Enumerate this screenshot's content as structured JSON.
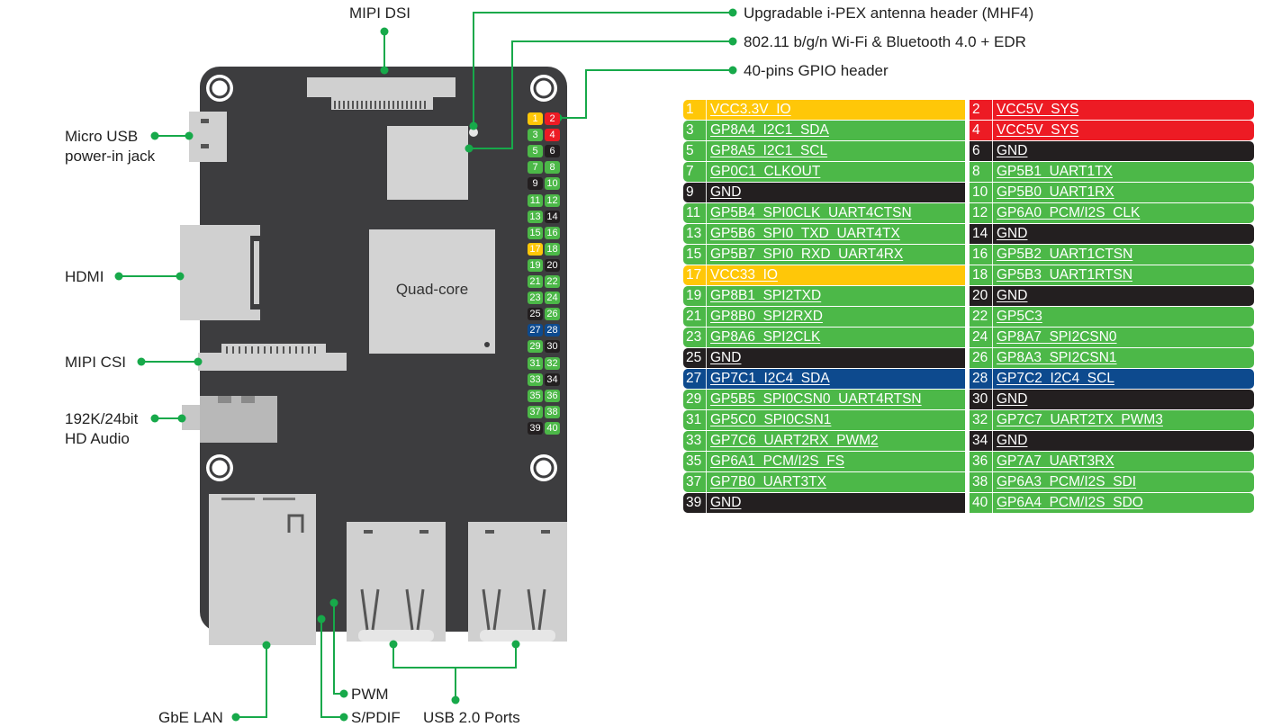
{
  "labels": {
    "mipi_dsi": "MIPI DSI",
    "ipex": "Upgradable i-PEX antenna header (MHF4)",
    "wifi": "802.11 b/g/n Wi-Fi  & Bluetooth 4.0 + EDR",
    "gpio": "40-pins GPIO header",
    "micro_usb_1": "Micro USB",
    "micro_usb_2": "power-in jack",
    "hdmi": "HDMI",
    "mipi_csi": "MIPI CSI",
    "audio_1": "192K/24bit",
    "audio_2": "HD Audio",
    "gbe_lan": "GbE LAN",
    "pwm": "PWM",
    "spdif": "S/PDIF",
    "usb": "USB 2.0 Ports",
    "cpu": "Quad-core"
  },
  "colors": {
    "yellow": "#ffc708",
    "red": "#ed1b24",
    "green": "#4cb848",
    "black": "#231f20",
    "blue": "#0d4a8e",
    "board": "#3d3d3f",
    "callout": "#17a94a"
  },
  "pins": [
    {
      "l_num": "1",
      "l_name": "VCC3.3V_IO",
      "l_color": "yellow",
      "r_num": "2",
      "r_name": "VCC5V_SYS",
      "r_color": "red"
    },
    {
      "l_num": "3",
      "l_name": "GP8A4_I2C1_SDA",
      "l_color": "green",
      "r_num": "4",
      "r_name": "VCC5V_SYS",
      "r_color": "red"
    },
    {
      "l_num": "5",
      "l_name": "GP8A5_I2C1_SCL",
      "l_color": "green",
      "r_num": "6",
      "r_name": "GND",
      "r_color": "black"
    },
    {
      "l_num": "7",
      "l_name": "GP0C1_CLKOUT",
      "l_color": "green",
      "r_num": "8",
      "r_name": "GP5B1_UART1TX",
      "r_color": "green"
    },
    {
      "l_num": "9",
      "l_name": "GND",
      "l_color": "black",
      "r_num": "10",
      "r_name": "GP5B0_UART1RX",
      "r_color": "green"
    },
    {
      "l_num": "11",
      "l_name": "GP5B4_SPI0CLK_UART4CTSN",
      "l_color": "green",
      "r_num": "12",
      "r_name": "GP6A0_PCM/I2S_CLK",
      "r_color": "green"
    },
    {
      "l_num": "13",
      "l_name": "GP5B6_SPI0_TXD_UART4TX",
      "l_color": "green",
      "r_num": "14",
      "r_name": "GND",
      "r_color": "black"
    },
    {
      "l_num": "15",
      "l_name": "GP5B7_SPI0_RXD_UART4RX",
      "l_color": "green",
      "r_num": "16",
      "r_name": "GP5B2_UART1CTSN",
      "r_color": "green"
    },
    {
      "l_num": "17",
      "l_name": "VCC33_IO",
      "l_color": "yellow",
      "r_num": "18",
      "r_name": "GP5B3_UART1RTSN",
      "r_color": "green"
    },
    {
      "l_num": "19",
      "l_name": "GP8B1_SPI2TXD",
      "l_color": "green",
      "r_num": "20",
      "r_name": "GND",
      "r_color": "black"
    },
    {
      "l_num": "21",
      "l_name": "GP8B0_SPI2RXD",
      "l_color": "green",
      "r_num": "22",
      "r_name": "GP5C3",
      "r_color": "green"
    },
    {
      "l_num": "23",
      "l_name": "GP8A6_SPI2CLK",
      "l_color": "green",
      "r_num": "24",
      "r_name": "GP8A7_SPI2CSN0",
      "r_color": "green"
    },
    {
      "l_num": "25",
      "l_name": "GND",
      "l_color": "black",
      "r_num": "26",
      "r_name": "GP8A3_SPI2CSN1",
      "r_color": "green"
    },
    {
      "l_num": "27",
      "l_name": "GP7C1_I2C4_SDA",
      "l_color": "blue",
      "r_num": "28",
      "r_name": "GP7C2_I2C4_SCL",
      "r_color": "blue"
    },
    {
      "l_num": "29",
      "l_name": "GP5B5_SPI0CSN0_UART4RTSN",
      "l_color": "green",
      "r_num": "30",
      "r_name": "GND",
      "r_color": "black"
    },
    {
      "l_num": "31",
      "l_name": "GP5C0_SPI0CSN1",
      "l_color": "green",
      "r_num": "32",
      "r_name": "GP7C7_UART2TX_PWM3",
      "r_color": "green"
    },
    {
      "l_num": "33",
      "l_name": "GP7C6_UART2RX_PWM2",
      "l_color": "green",
      "r_num": "34",
      "r_name": "GND",
      "r_color": "black"
    },
    {
      "l_num": "35",
      "l_name": "GP6A1_PCM/I2S_FS",
      "l_color": "green",
      "r_num": "36",
      "r_name": "GP7A7_UART3RX",
      "r_color": "green"
    },
    {
      "l_num": "37",
      "l_name": "GP7B0_UART3TX",
      "l_color": "green",
      "r_num": "38",
      "r_name": "GP6A3_PCM/I2S_SDI",
      "r_color": "green"
    },
    {
      "l_num": "39",
      "l_name": "GND",
      "l_color": "black",
      "r_num": "40",
      "r_name": "GP6A4_PCM/I2S_SDO",
      "r_color": "green"
    }
  ]
}
